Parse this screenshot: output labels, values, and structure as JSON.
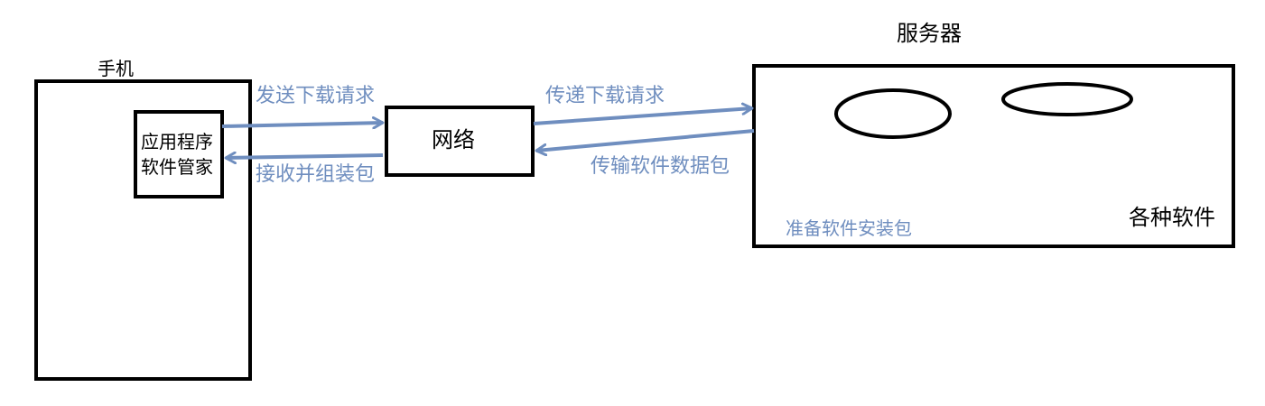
{
  "colors": {
    "arrow": "#6f8ebf",
    "box_border": "#000000",
    "annotation_text": "#6f8ebf"
  },
  "phone": {
    "title": "手机",
    "app": {
      "line1": "应用程序",
      "line2": "软件管家"
    }
  },
  "network": {
    "label": "网络"
  },
  "server": {
    "title": "服务器",
    "software_label": "各种软件",
    "prepare_label": "准备软件安装包"
  },
  "flows": {
    "send_request": "发送下载请求",
    "receive_assemble": "接收并组装包",
    "forward_request": "传递下载请求",
    "transfer_package": "传输软件数据包"
  }
}
